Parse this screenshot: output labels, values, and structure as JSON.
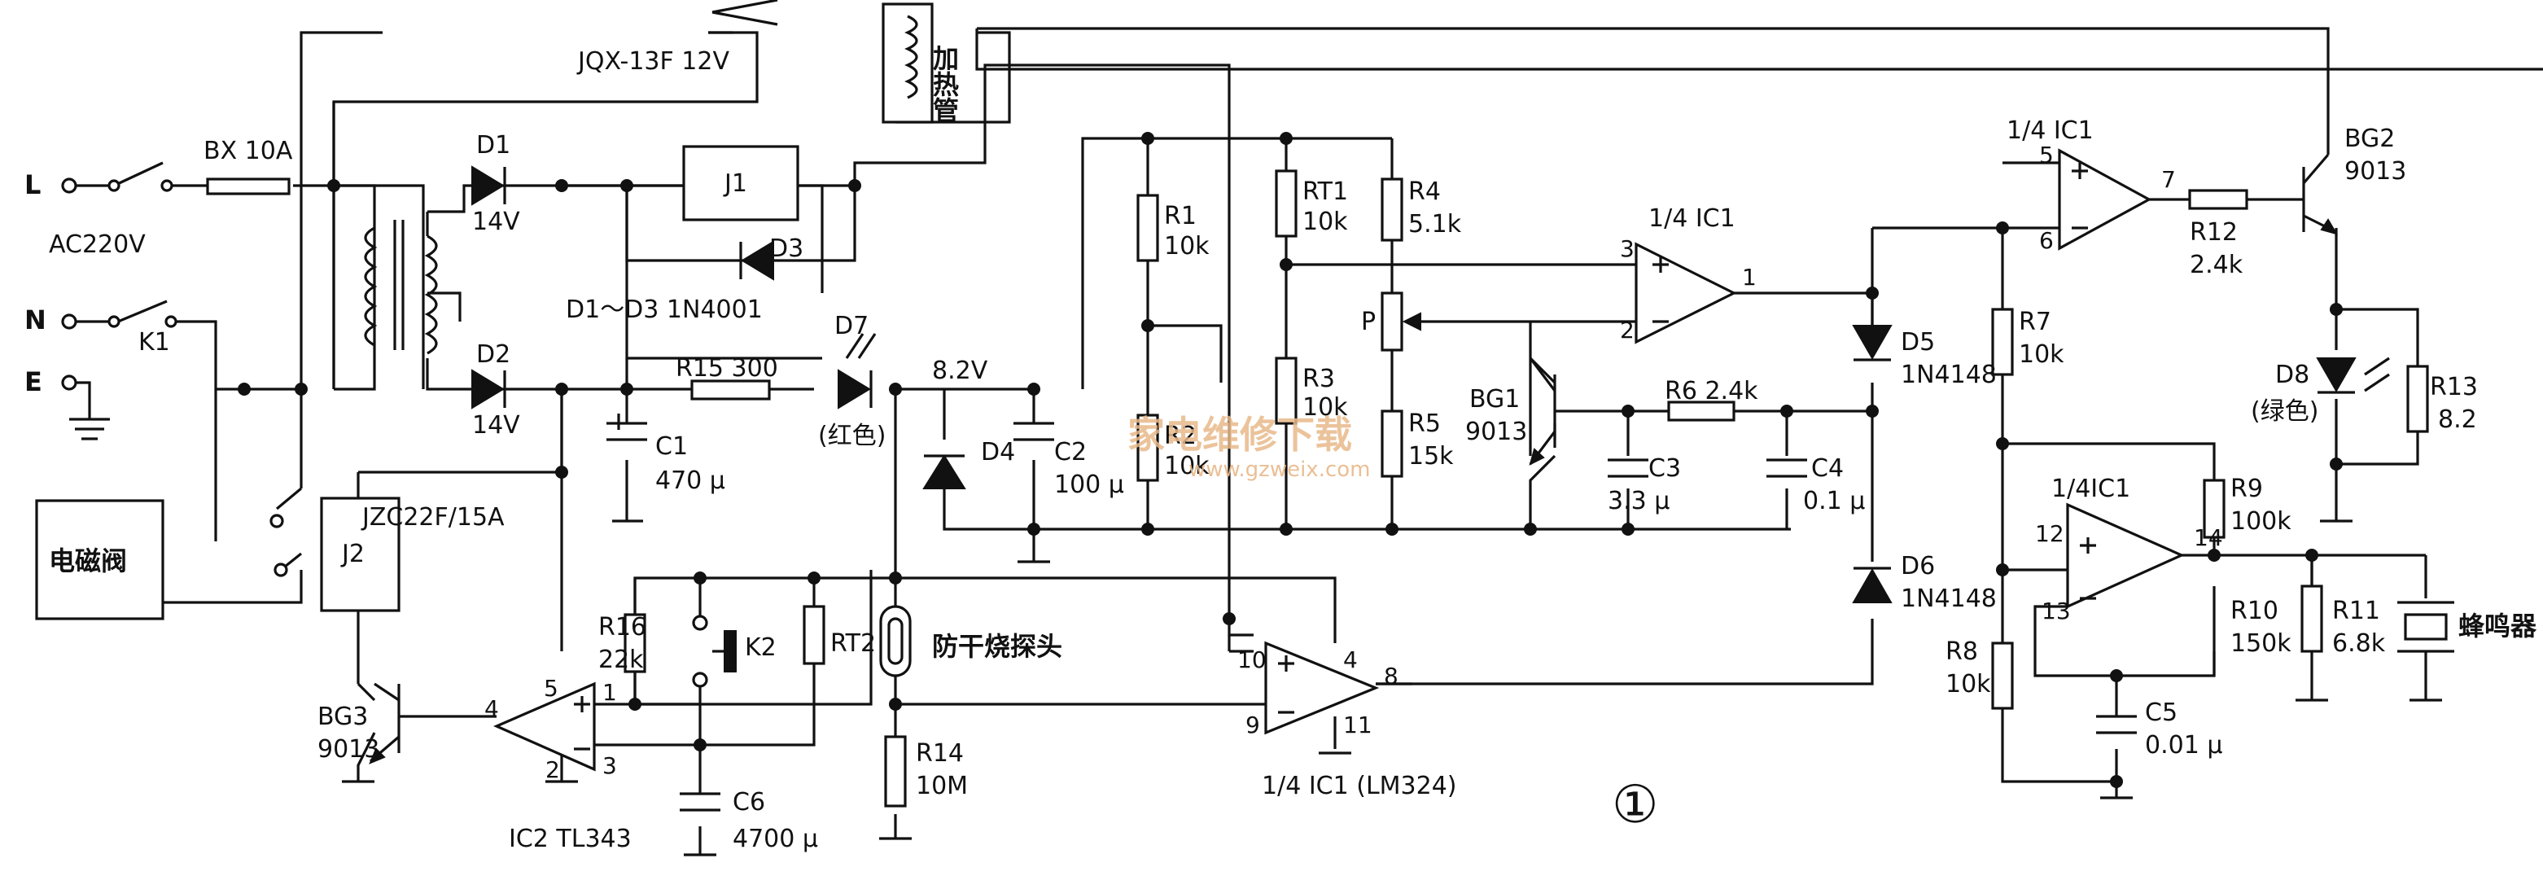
{
  "labels": {
    "mains_L": "L",
    "mains_N": "N",
    "mains_E": "E",
    "ac": "AC220V",
    "fuse": "BX 10A",
    "k1": "K1",
    "relay_main": "JQX-13F 12V",
    "heater": "加热管",
    "d1": "D1",
    "d1_v": "14V",
    "d2": "D2",
    "d2_v": "14V",
    "d_series": "D1～D3 1N4001",
    "j1": "J1",
    "d3": "D3",
    "c1": "C1",
    "c1_v": "470 μ",
    "r15": "R15 300",
    "d7": "D7",
    "d7_color": "(红色)",
    "v82": "8.2V",
    "d4": "D4",
    "c2": "C2",
    "c2_v": "100 μ",
    "r1": "R1",
    "r1_v": "10k",
    "r2": "R2",
    "r2_v": "10k",
    "rt1": "RT1",
    "rt1_v": "10k",
    "r3": "R3",
    "r3_v": "10k",
    "r4": "R4",
    "r4_v": "5.1k",
    "p": "P",
    "r5": "R5",
    "r5_v": "15k",
    "ic_top": "1/4 IC1",
    "pin3": "3",
    "pin2": "2",
    "pin1": "1",
    "bg1": "BG1",
    "bg1_v": "9013",
    "r6": "R6 2.4k",
    "c3": "C3",
    "c3_v": "3.3 μ",
    "c4": "C4",
    "c4_v": "0.1 μ",
    "d5": "D5",
    "d5_v": "1N4148",
    "d6": "D6",
    "d6_v": "1N4148",
    "ic_5": "1/4 IC1",
    "pin5": "5",
    "pin6": "6",
    "pin7": "7",
    "r12": "R12",
    "r12_v": "2.4k",
    "bg2": "BG2",
    "bg2_v": "9013",
    "d8": "D8",
    "d8_color": "(绿色)",
    "r13": "R13",
    "r13_v": "8.2",
    "r7": "R7",
    "r7_v": "10k",
    "ic_12": "1/4IC1",
    "pin12": "12",
    "pin13": "13",
    "pin14": "14",
    "r9": "R9",
    "r9_v": "100k",
    "r10": "R10",
    "r10_v": "150k",
    "r11": "R11",
    "r11_v": "6.8k",
    "buzzer": "蜂鸣器",
    "r8": "R8",
    "r8_v": "10k",
    "c5": "C5",
    "c5_v": "0.01 μ",
    "valve": "电磁阀",
    "j2": "J2",
    "j2_type": "JZC22F/15A",
    "bg3": "BG3",
    "bg3_v": "9013",
    "ic2": "IC2 TL343",
    "ic2_p1": "1",
    "ic2_p2": "2",
    "ic2_p3": "3",
    "ic2_p4": "4",
    "ic2_p5": "5",
    "r16": "R16",
    "r16_v": "22k",
    "k2": "K2",
    "c6": "C6",
    "c6_v": "4700 μ",
    "rt2": "RT2",
    "probe": "防干烧探头",
    "r14": "R14",
    "r14_v": "10M",
    "ic_10": "1/4 IC1 (LM324)",
    "pin10": "10",
    "pin9": "9",
    "pin4": "4",
    "pin8": "8",
    "pin11": "11",
    "figure": "①",
    "watermark_cn": "家电维修下载",
    "watermark_url": "www.gzweix.com"
  }
}
